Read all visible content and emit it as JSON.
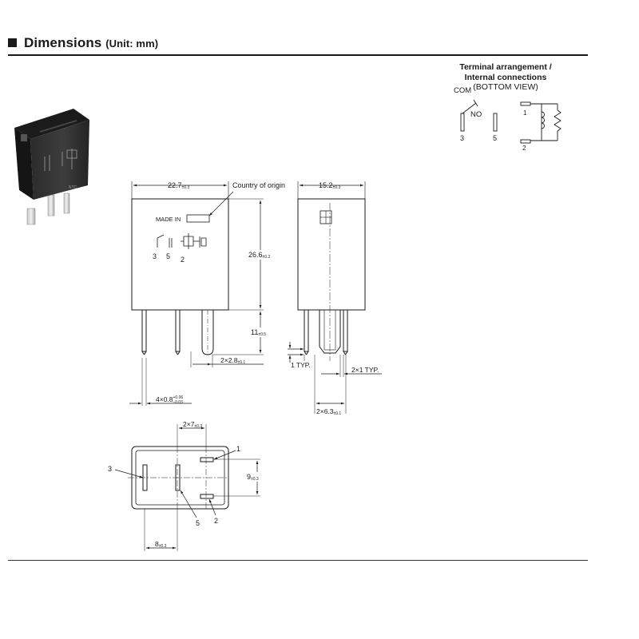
{
  "header": {
    "title": "Dimensions",
    "unit": "(Unit: mm)"
  },
  "terminal": {
    "heading_line1": "Terminal arrangement /",
    "heading_line2": "Internal connections",
    "heading_line3": "(BOTTOM VIEW)",
    "com": "COM",
    "no": "NO",
    "pin3": "3",
    "pin5": "5",
    "pin1": "1",
    "pin2": "2"
  },
  "photo": {
    "body_marking": "NTC"
  },
  "front_view": {
    "width_dim": "22.7",
    "width_tol": "±0.3",
    "country_label": "Country of origin",
    "made_in": "MADE IN",
    "height_dim": "26.6",
    "height_tol": "±0.2",
    "pin_len_dim": "11",
    "pin_len_tol": "±0.5",
    "pitch_dim": "2×2.8",
    "pitch_tol": "±0.1",
    "pin_w_dim": "4×0.8",
    "pin_w_tol_up": "+0.06",
    "pin_w_tol_dn": "−0.03",
    "pin3": "3",
    "pin5": "5",
    "pin2": "2"
  },
  "side_view": {
    "width_dim": "15.2",
    "width_tol": "±0.3",
    "typ1": "1 TYP.",
    "typ2": "2×1 TYP.",
    "spacing_dim": "2×6.3",
    "spacing_tol": "±0.1"
  },
  "bottom_view": {
    "top_dim": "2×7",
    "top_tol": "±0.3",
    "right_dim": "9",
    "right_tol": "±0.3",
    "bottom_dim": "8",
    "bottom_tol": "±0.3",
    "pin3": "3",
    "pin1": "1",
    "pin5": "5",
    "pin2": "2"
  }
}
